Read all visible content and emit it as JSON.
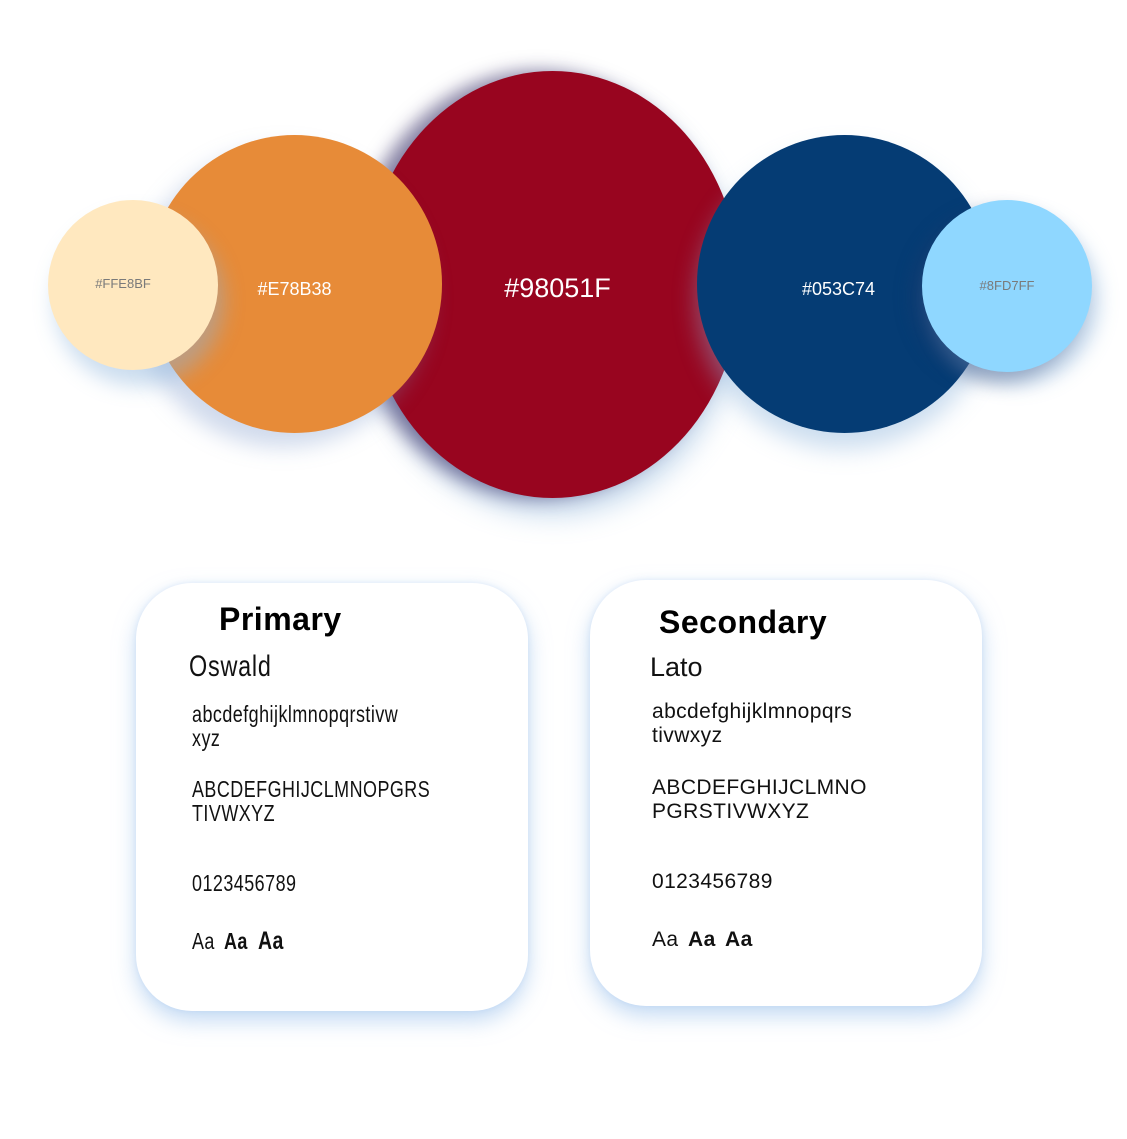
{
  "palette": {
    "circles": [
      {
        "label": "#FFE8BF",
        "color": "#FFE8BF"
      },
      {
        "label": "#E78B38",
        "color": "#E78B38"
      },
      {
        "label": "#98051F",
        "color": "#98051F"
      },
      {
        "label": "#053C74",
        "color": "#053C74"
      },
      {
        "label": "#8FD7FF",
        "color": "#8FD7FF"
      }
    ]
  },
  "typography": {
    "primary": {
      "title": "Primary",
      "font_name": "Oswald",
      "lowercase_line1": "abcdefghijklmnopqrstivw",
      "lowercase_line2": "xyz",
      "uppercase_line1": "ABCDEFGHIJCLMNOPGRS",
      "uppercase_line2": "TIVWXYZ",
      "digits": "0123456789",
      "weights": [
        "Aa",
        "Aa",
        "Aa"
      ]
    },
    "secondary": {
      "title": "Secondary",
      "font_name": "Lato",
      "lowercase_line1": "abcdefghijklmnopqrs",
      "lowercase_line2": "tivwxyz",
      "uppercase_line1": "ABCDEFGHIJCLMNO",
      "uppercase_line2": "PGRSTIVWXYZ",
      "digits": "0123456789",
      "weights": [
        "Aa",
        "Aa",
        "Aa"
      ]
    }
  }
}
